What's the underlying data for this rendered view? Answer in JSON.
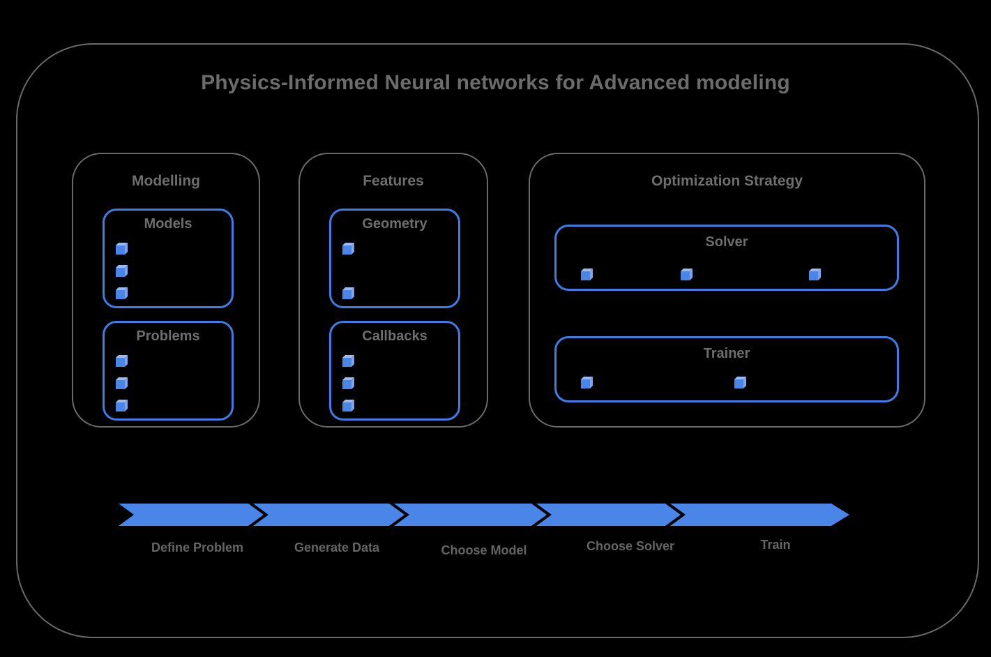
{
  "title": "Physics-Informed Neural networks for Advanced modeling",
  "sections": [
    {
      "label": "Modelling",
      "boxes": [
        {
          "label": "Models",
          "bullet_icon": "cube-icon",
          "bullet_count": 3
        },
        {
          "label": "Problems",
          "bullet_icon": "cube-icon",
          "bullet_count": 3
        }
      ]
    },
    {
      "label": "Features",
      "boxes": [
        {
          "label": "Geometry",
          "bullet_icon": "cube-icon",
          "bullet_count": 2
        },
        {
          "label": "Callbacks",
          "bullet_icon": "cube-icon",
          "bullet_count": 3
        }
      ]
    },
    {
      "label": "Optimization Strategy",
      "boxes": [
        {
          "label": "Solver",
          "bullet_icon": "cube-icon",
          "bullet_count": 3
        },
        {
          "label": "Trainer",
          "bullet_icon": "cube-icon",
          "bullet_count": 2
        }
      ]
    }
  ],
  "pipeline": {
    "steps": [
      "Define Problem",
      "Generate Data",
      "Choose Model",
      "Choose Solver",
      "Train"
    ]
  },
  "colors": {
    "background": "#000000",
    "frame_gray": "#6a6a6a",
    "text_gray": "#6c6c6c",
    "accent_blue": "#4a86e8",
    "border_blue": "#3d7de9",
    "cube_top_blue": "#9bb9f3",
    "cube_side_blue": "#7da6ee"
  }
}
